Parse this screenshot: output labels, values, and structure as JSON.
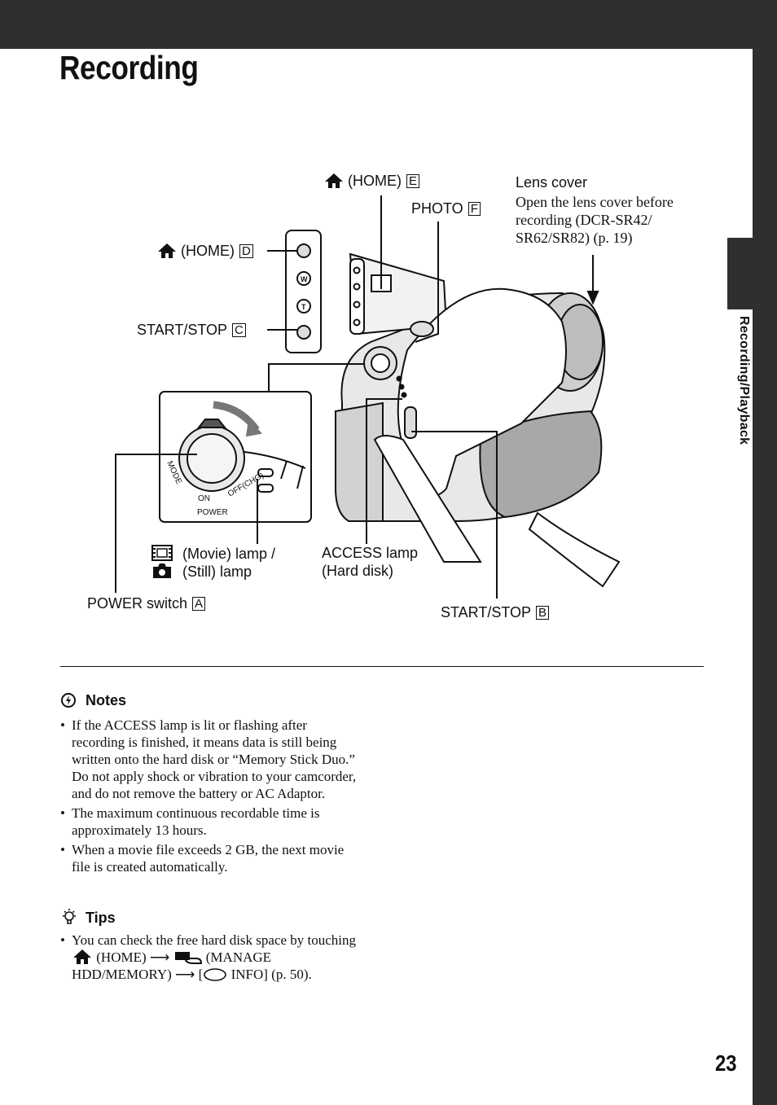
{
  "page": {
    "title": "Recording",
    "side_tab": "Recording/Playback",
    "page_number": "23"
  },
  "diagram": {
    "home_e": "(HOME)",
    "home_e_key": "E",
    "photo": "PHOTO",
    "photo_key": "F",
    "lens_cover_title": "Lens cover",
    "lens_cover_desc": "Open the lens cover before recording (DCR-SR42/ SR62/SR82) (p. 19)",
    "home_d": "(HOME)",
    "home_d_key": "D",
    "start_stop_c": "START/STOP",
    "start_stop_c_key": "C",
    "movie_lamp": "(Movie) lamp /",
    "still_lamp": "(Still) lamp",
    "access_lamp_1": "ACCESS lamp",
    "access_lamp_2": "(Hard disk)",
    "power_switch": "POWER switch",
    "power_switch_key": "A",
    "start_stop_b": "START/STOP",
    "start_stop_b_key": "B",
    "dial_mode": "MODE",
    "dial_on": "ON",
    "dial_off": "OFF(CHG)",
    "dial_power": "POWER",
    "zoom_w": "W",
    "zoom_t": "T"
  },
  "notes": {
    "heading": "Notes",
    "items": [
      "If the ACCESS lamp is lit or flashing after recording is finished, it means data is still being written onto the hard disk or “Memory Stick Duo.” Do not apply shock or vibration to your camcorder, and do not remove the battery or AC Adaptor.",
      "The maximum continuous recordable time is approximately 13 hours.",
      "When a movie file exceeds 2 GB, the next movie file is created automatically."
    ]
  },
  "tips": {
    "heading": "Tips",
    "text_1": "You can check the free hard disk space by touching",
    "home": "(HOME)",
    "manage": "(MANAGE HDD/MEMORY)",
    "bracket_open": "[",
    "info": "INFO] (p. 50)."
  },
  "icons": [
    "home-icon",
    "movie-icon",
    "camera-icon",
    "notes-icon",
    "tips-icon",
    "arrow-right-icon",
    "manage-hdd-icon",
    "hdd-info-icon"
  ]
}
